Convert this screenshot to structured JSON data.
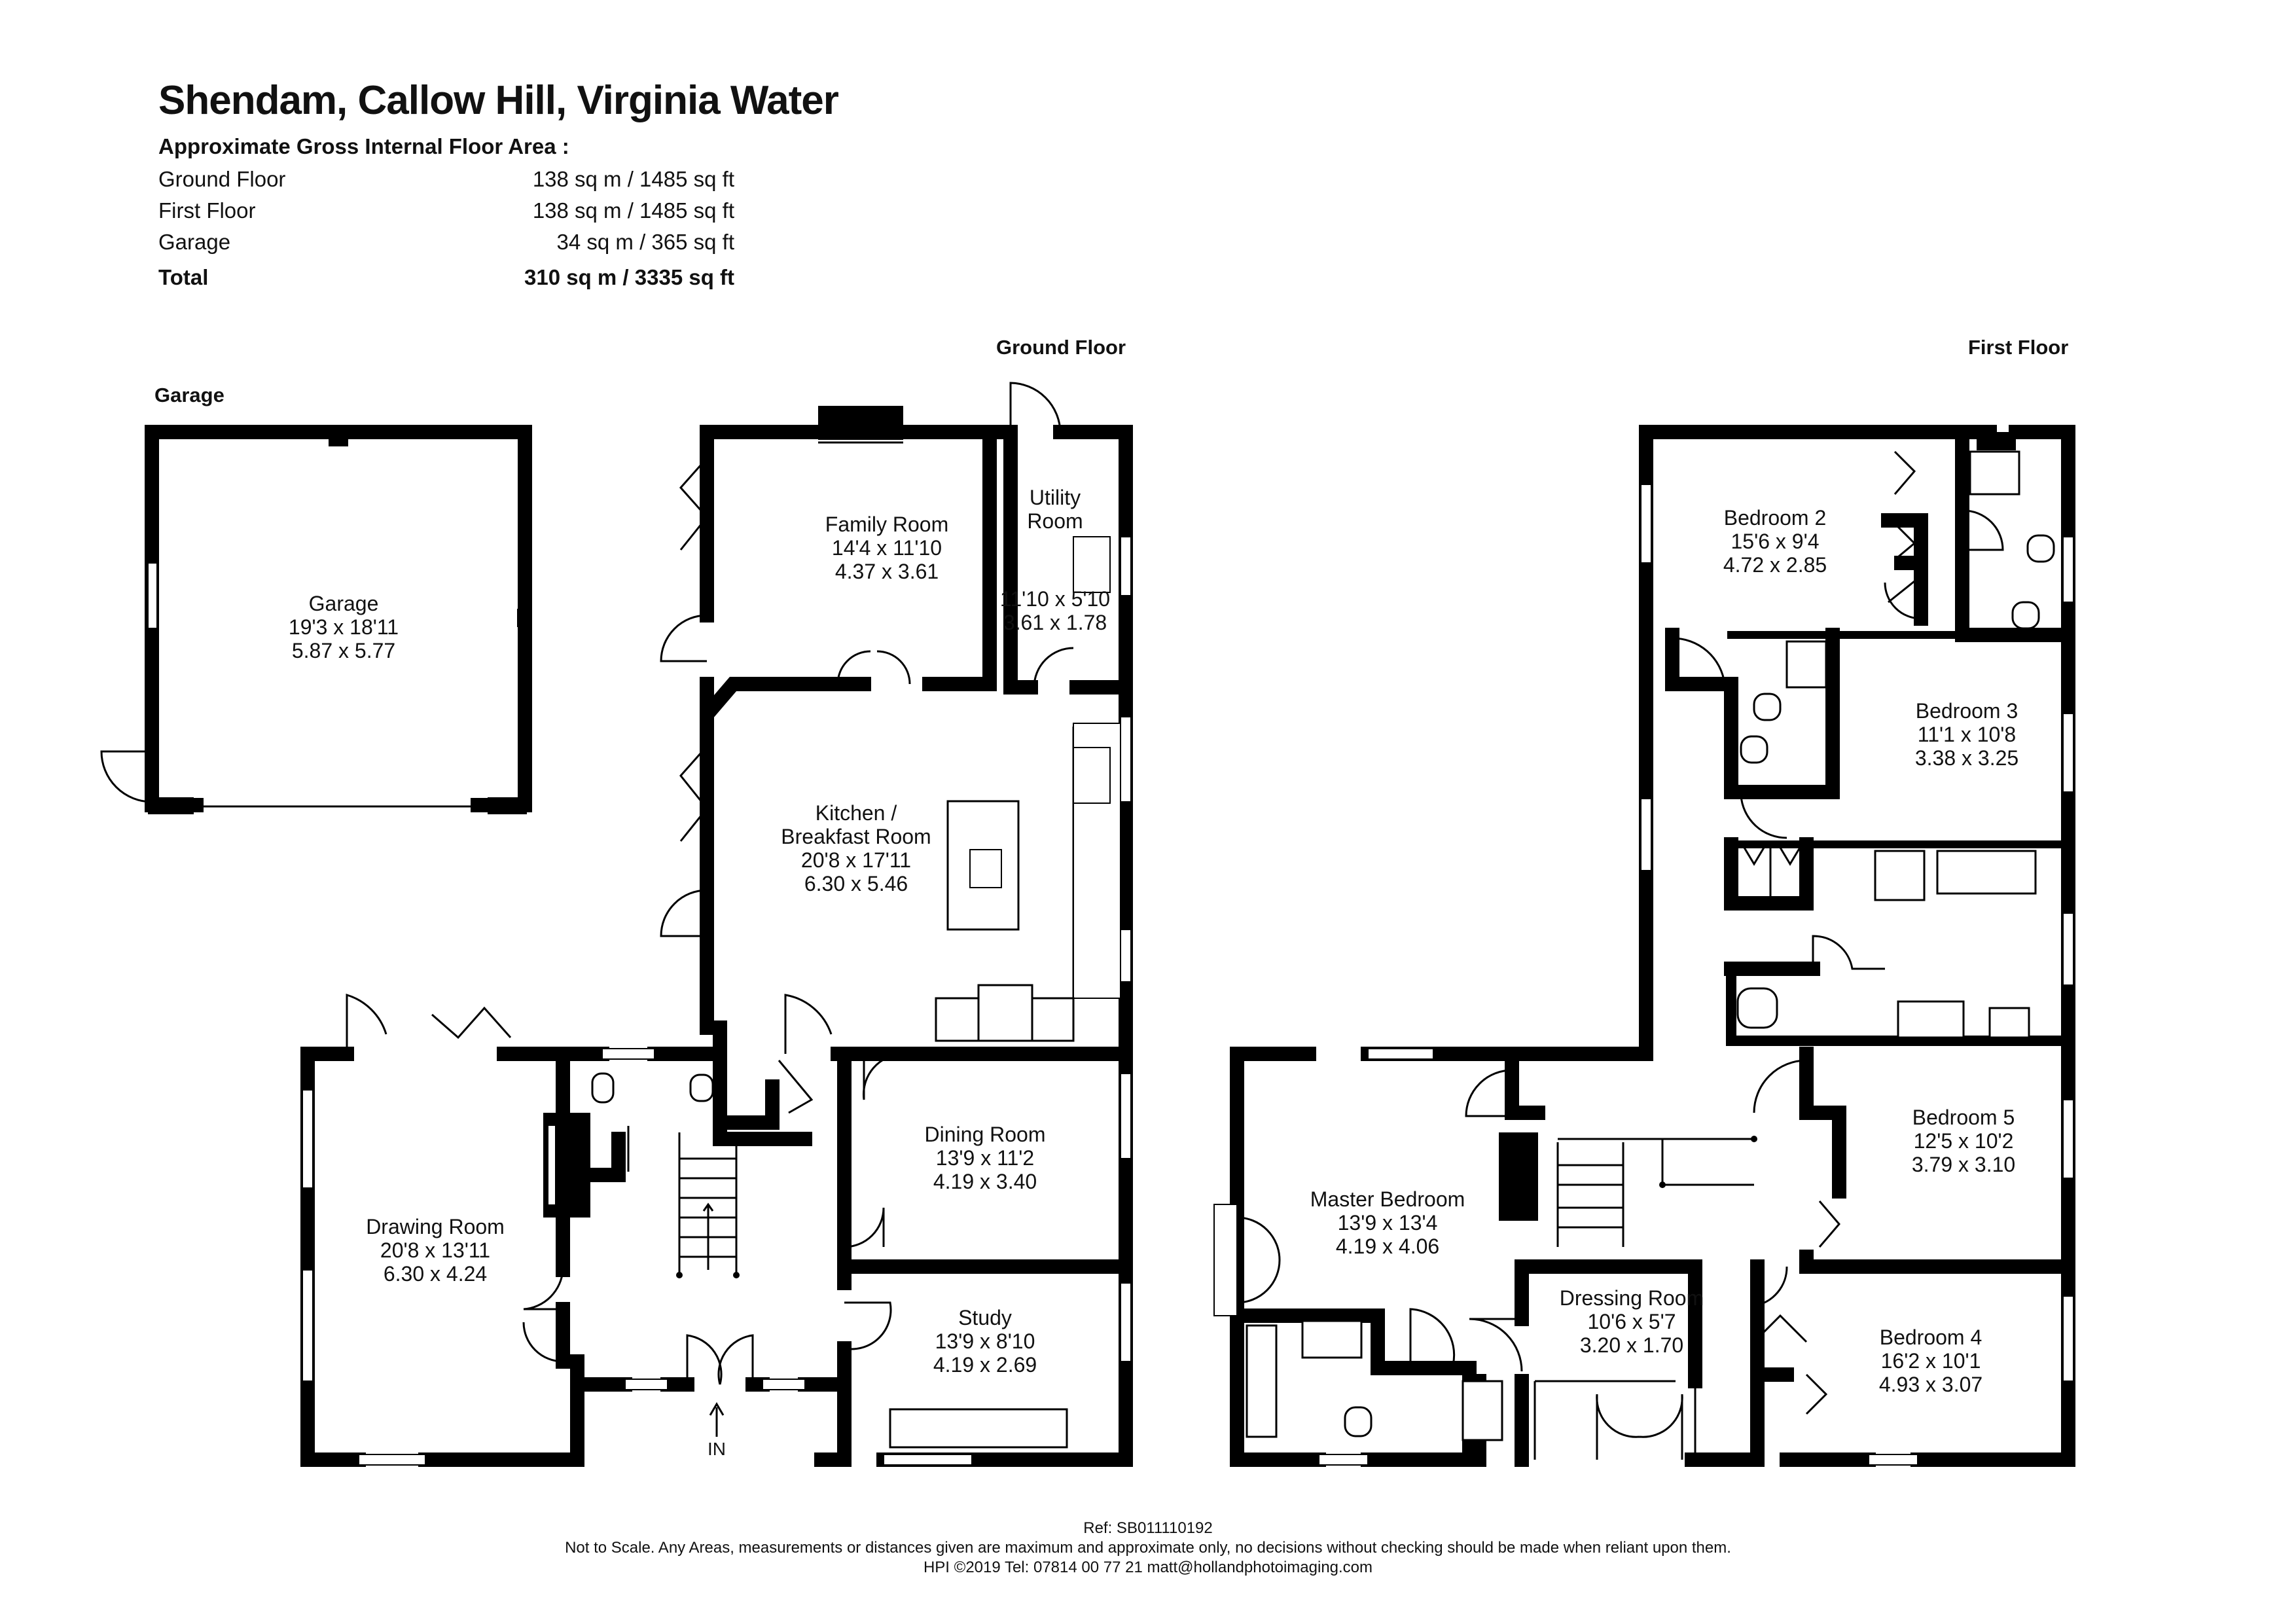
{
  "header": {
    "title": "Shendam, Callow Hill, Virginia Water",
    "area_heading": "Approximate Gross Internal Floor Area :",
    "areas": [
      {
        "label": "Ground Floor",
        "value": "138 sq m / 1485 sq ft"
      },
      {
        "label": "First Floor",
        "value": "138 sq m / 1485 sq ft"
      },
      {
        "label": "Garage",
        "value": "34 sq m / 365 sq ft"
      }
    ],
    "total": {
      "label": "Total",
      "value": "310 sq m / 3335 sq ft"
    }
  },
  "floors": {
    "garage": "Garage",
    "ground": "Ground Floor",
    "first": "First Floor"
  },
  "rooms": {
    "garage": {
      "name": "Garage",
      "imperial": "19'3 x 18'11",
      "metric": "5.87 x 5.77"
    },
    "family": {
      "name": "Family Room",
      "imperial": "14'4 x 11'10",
      "metric": "4.37 x 3.61"
    },
    "utility": {
      "name": "Utility",
      "name2": "Room",
      "imperial": "11'10 x 5'10",
      "metric": "3.61 x 1.78"
    },
    "kitchen": {
      "name": "Kitchen /",
      "name2": "Breakfast Room",
      "imperial": "20'8 x 17'11",
      "metric": "6.30 x 5.46"
    },
    "drawing": {
      "name": "Drawing Room",
      "imperial": "20'8 x 13'11",
      "metric": "6.30 x 4.24"
    },
    "dining": {
      "name": "Dining Room",
      "imperial": "13'9 x 11'2",
      "metric": "4.19 x 3.40"
    },
    "study": {
      "name": "Study",
      "imperial": "13'9 x 8'10",
      "metric": "4.19 x 2.69"
    },
    "bed2": {
      "name": "Bedroom 2",
      "imperial": "15'6 x 9'4",
      "metric": "4.72 x 2.85"
    },
    "bed3": {
      "name": "Bedroom 3",
      "imperial": "11'1 x 10'8",
      "metric": "3.38 x 3.25"
    },
    "bed5": {
      "name": "Bedroom 5",
      "imperial": "12'5 x 10'2",
      "metric": "3.79 x 3.10"
    },
    "bed4": {
      "name": "Bedroom 4",
      "imperial": "16'2 x 10'1",
      "metric": "4.93 x 3.07"
    },
    "master": {
      "name": "Master Bedroom",
      "imperial": "13'9 x 13'4",
      "metric": "4.19 x 4.06"
    },
    "dressing": {
      "name": "Dressing Room",
      "imperial": "10'6 x 5'7",
      "metric": "3.20 x 1.70"
    }
  },
  "entrance": "IN",
  "footer": {
    "ref": "Ref:  SB011110192",
    "disclaimer": "Not to Scale. Any Areas, measurements or distances given are maximum and approximate only, no decisions without checking should be made when reliant upon them.",
    "contact": "HPI ©2019 Tel:  07814 00 77 21   matt@hollandphotoimaging.com"
  }
}
